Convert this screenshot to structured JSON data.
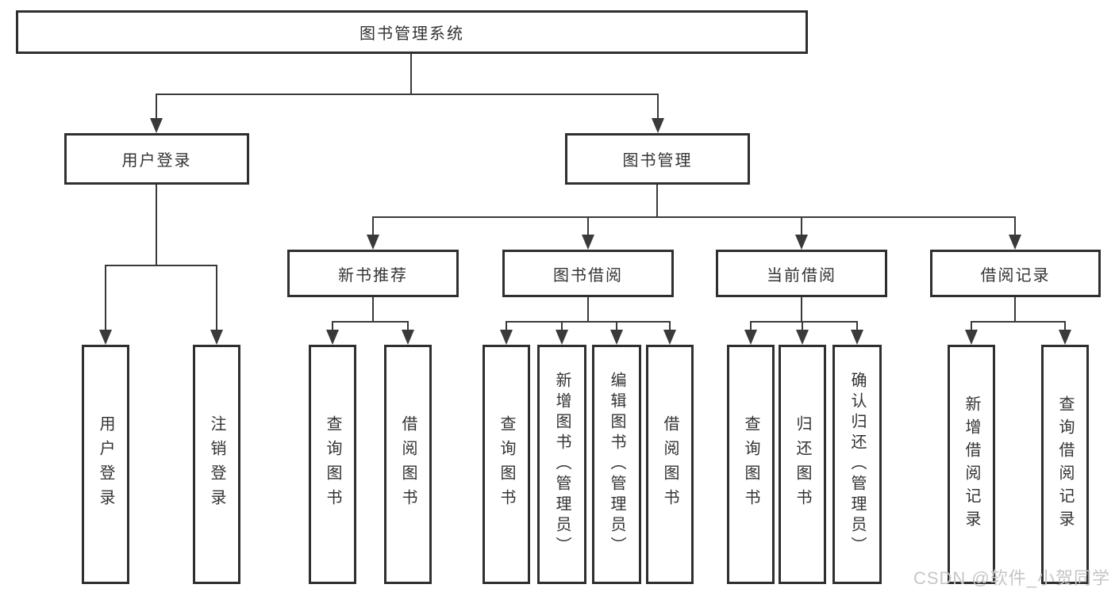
{
  "diagram": {
    "watermark": "CSDN @软件_小贺同学",
    "colors": {
      "background": "#ffffff",
      "line": "#3a3a3a",
      "border": "#2f2f2f",
      "text": "#333333",
      "watermark": "#c6c6c6"
    },
    "tree": {
      "root": "图书管理系统",
      "children": [
        {
          "label": "用户登录",
          "children": [
            {
              "label": "用户登录"
            },
            {
              "label": "注销登录"
            }
          ]
        },
        {
          "label": "图书管理",
          "children": [
            {
              "label": "新书推荐",
              "children": [
                {
                  "label": "查询图书"
                },
                {
                  "label": "借阅图书"
                }
              ]
            },
            {
              "label": "图书借阅",
              "children": [
                {
                  "label": "查询图书"
                },
                {
                  "label": "新增图书（管理员）"
                },
                {
                  "label": "编辑图书（管理员）"
                },
                {
                  "label": "借阅图书"
                }
              ]
            },
            {
              "label": "当前借阅",
              "children": [
                {
                  "label": "查询图书"
                },
                {
                  "label": "归还图书"
                },
                {
                  "label": "确认归还（管理员）"
                }
              ]
            },
            {
              "label": "借阅记录",
              "children": [
                {
                  "label": "新增借阅记录"
                },
                {
                  "label": "查询借阅记录"
                }
              ]
            }
          ]
        }
      ]
    }
  }
}
